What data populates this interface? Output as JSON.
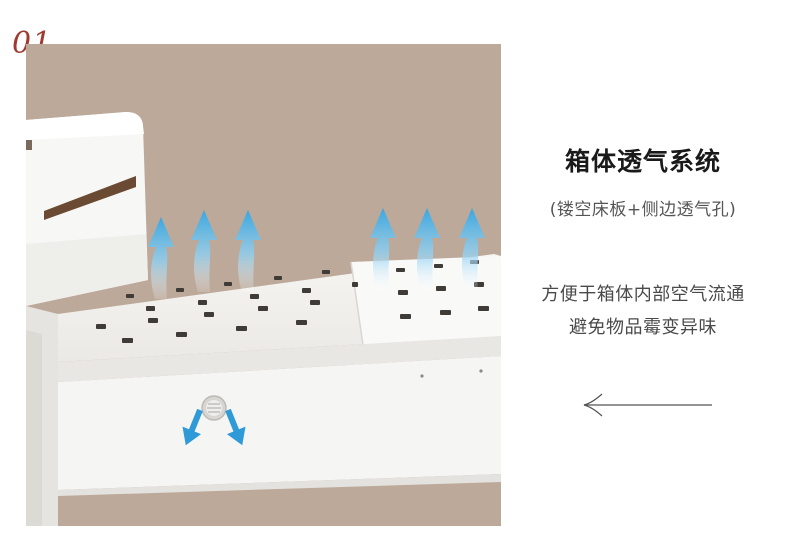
{
  "step_number": "01",
  "heading": "箱体透气系统",
  "subheading": "(镂空床板+侧边透气孔)",
  "description_lines": [
    "方便于箱体内部空气流通",
    "避免物品霉变异味"
  ],
  "colors": {
    "background_wall": "#bda99a",
    "accent_red": "#a03a31",
    "airflow_blue": "#52b3e6",
    "bed_white": "#f4f4f2"
  },
  "icons": {
    "airflow": "up-arrow-icon",
    "vent": "vent-grille-icon",
    "pointer": "left-arrow-icon"
  }
}
